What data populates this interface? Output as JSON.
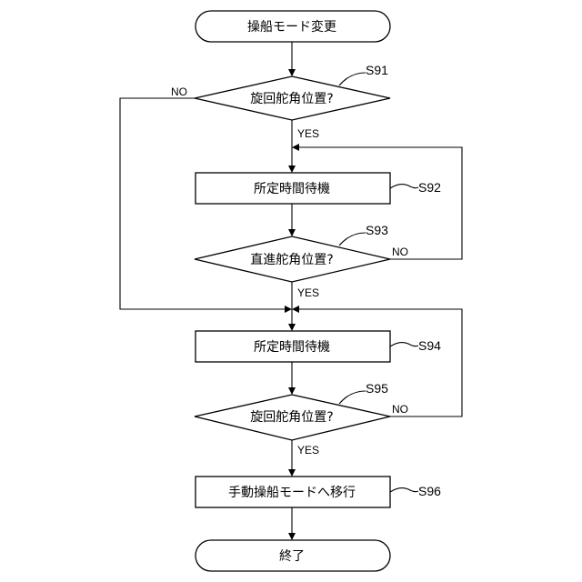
{
  "nodes": {
    "start": "操船モード変更",
    "decision1": "旋回舵角位置?",
    "wait1": "所定時間待機",
    "decision2": "直進舵角位置?",
    "wait2": "所定時間待機",
    "decision3": "旋回舵角位置?",
    "switch": "手動操船モードへ移行",
    "end": "終了"
  },
  "steps": {
    "s91": "S91",
    "s92": "S92",
    "s93": "S93",
    "s94": "S94",
    "s95": "S95",
    "s96": "S96"
  },
  "branches": {
    "d1_no": "NO",
    "d1_yes": "YES",
    "d2_no": "NO",
    "d2_yes": "YES",
    "d3_no": "NO",
    "d3_yes": "YES"
  }
}
